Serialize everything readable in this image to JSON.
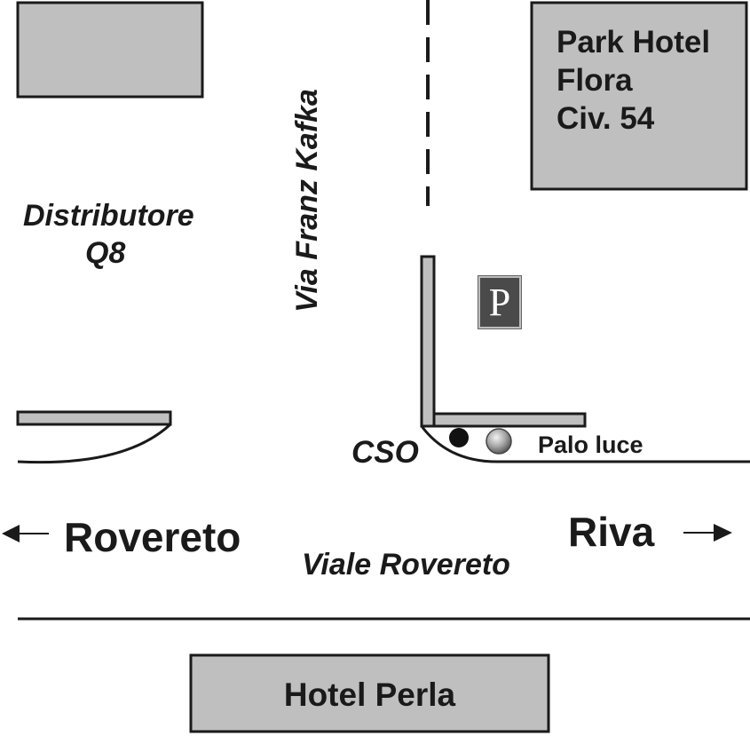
{
  "labels": {
    "hotel_flora": [
      "Park Hotel",
      "Flora",
      "Civ. 54"
    ],
    "distributore": [
      "Distributore",
      "Q8"
    ],
    "via_kafka": "Via Franz Kafka",
    "cso": "CSO",
    "palo_luce": "Palo luce",
    "rovereto": "Rovereto",
    "riva": "Riva",
    "viale_rovereto": "Viale Rovereto",
    "hotel_perla": "Hotel Perla",
    "parking_letter": "P"
  },
  "icons": {
    "parking": "parking-sign-icon",
    "left_arrow": "arrow-left-icon",
    "right_arrow": "arrow-right-icon",
    "cso_marker": "black-dot-icon",
    "light_pole": "gray-sphere-icon"
  },
  "colors": {
    "building_fill": "#bfbfbf",
    "stroke": "#1a1a1a",
    "parking_bg": "#4a4a4a"
  }
}
